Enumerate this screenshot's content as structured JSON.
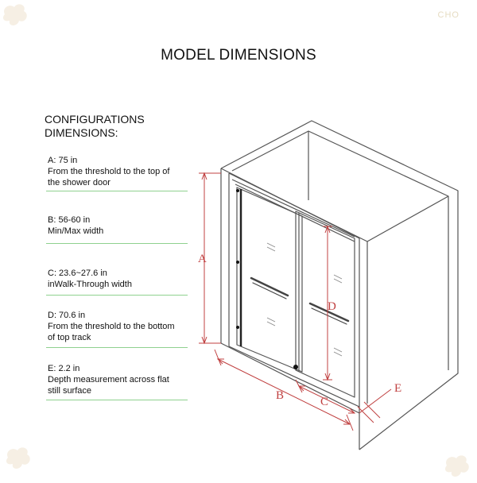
{
  "title": "MODEL DIMENSIONS",
  "brand": "CHO",
  "config_heading": [
    "CONFIGURATIONS",
    "DIMENSIONS:"
  ],
  "specs": [
    {
      "lines": [
        "A: 75 in",
        "From the threshold to the top of",
        "the shower door"
      ]
    },
    {
      "lines": [
        "B: 56-60 in",
        "Min/Max width"
      ]
    },
    {
      "lines": [
        "C: 23.6~27.6 in",
        "inWalk-Through width"
      ]
    },
    {
      "lines": [
        "D: 70.6 in",
        "From the threshold to the bottom",
        "of top track"
      ]
    },
    {
      "lines": [
        "E: 2.2 in",
        "Depth measurement across flat",
        "still surface"
      ]
    }
  ],
  "drawing_labels": {
    "A": "A",
    "B": "B",
    "C": "C",
    "D": "D",
    "E": "E"
  },
  "colors": {
    "dimension": "#c04040",
    "divider": "#8fd18f",
    "drawing": "#555555"
  }
}
